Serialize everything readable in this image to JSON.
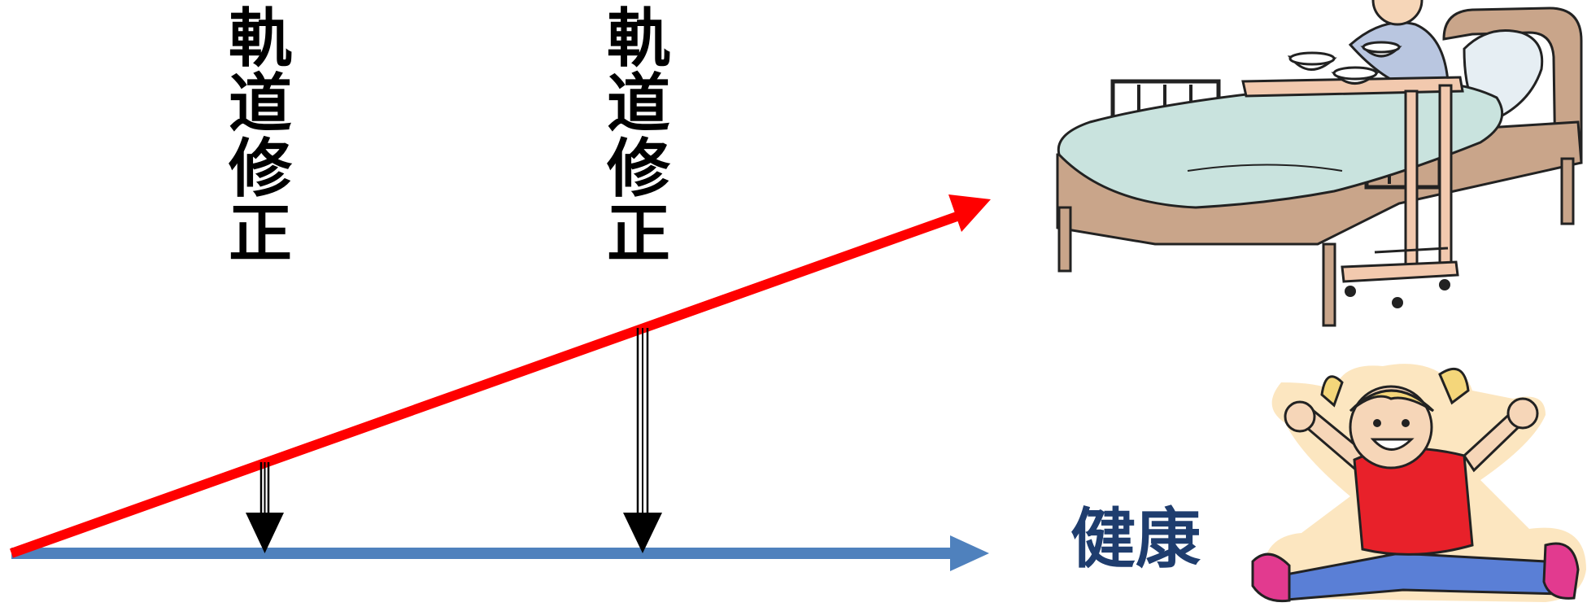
{
  "labels": {
    "correction_1": [
      "軌",
      "道",
      "修",
      "正"
    ],
    "correction_2": [
      "軌",
      "道",
      "修",
      "正"
    ],
    "health": "健康"
  },
  "colors": {
    "red_arrow": "#ff0000",
    "blue_arrow": "#4f81bd",
    "health_text": "#1f3d6e"
  },
  "icons": {
    "sick": "patient-in-hospital-bed-icon",
    "healthy": "jumping-girl-icon"
  }
}
